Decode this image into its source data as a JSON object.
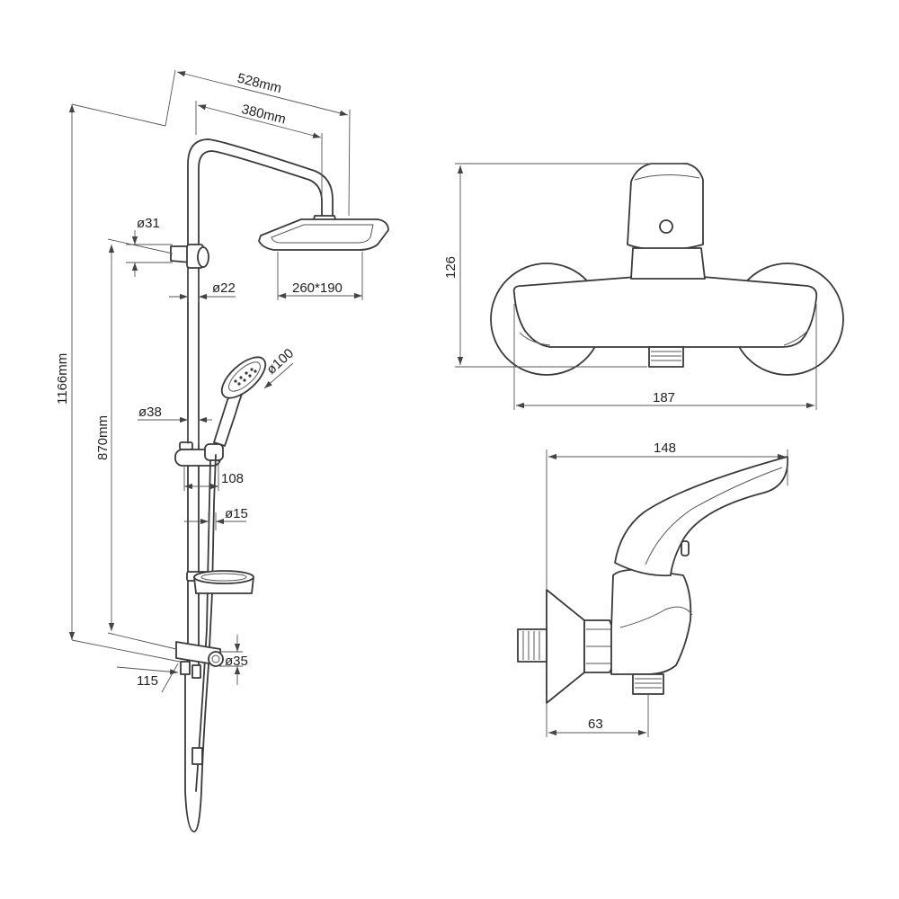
{
  "dimensions": {
    "total_width": "528mm",
    "arm_length": "380mm",
    "total_height": "1166mm",
    "slide_height": "870mm",
    "holder_diameter": "ø31",
    "rail_diameter": "ø22",
    "head_size": "260*190",
    "hand_shower_diameter": "ø100",
    "slider_diameter": "ø38",
    "slider_reach": "108",
    "hose_diameter": "ø15",
    "diverter_diameter": "ø35",
    "diverter_reach": "115",
    "mixer_height": "126",
    "mixer_width": "187",
    "mixer_depth": "148",
    "outlet_offset": "63"
  }
}
